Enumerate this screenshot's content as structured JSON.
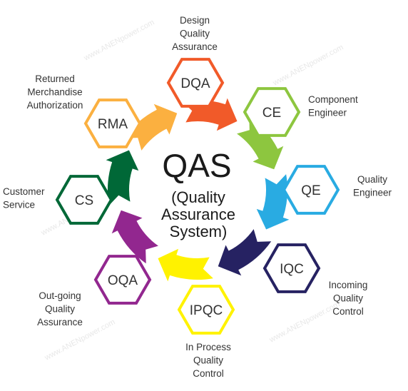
{
  "center": {
    "title": "QAS",
    "subtitle_lines": [
      "(Quality",
      "Assurance",
      "System)"
    ]
  },
  "nodes": [
    {
      "code": "DQA",
      "description": [
        "Design",
        "Quality",
        "Assurance"
      ],
      "color": "#f15a29"
    },
    {
      "code": "CE",
      "description": [
        "Component",
        "Engineer"
      ],
      "color": "#8dc63f"
    },
    {
      "code": "QE",
      "description": [
        "Quality",
        "Engineer"
      ],
      "color": "#29abe2"
    },
    {
      "code": "IQC",
      "description": [
        "Incoming",
        "Quality",
        "Control"
      ],
      "color": "#262262"
    },
    {
      "code": "IPQC",
      "description": [
        "In Process",
        "Quality",
        "Control"
      ],
      "color": "#fff200"
    },
    {
      "code": "OQA",
      "description": [
        "Out-going",
        "Quality",
        "Assurance"
      ],
      "color": "#92278f"
    },
    {
      "code": "CS",
      "description": [
        "Customer",
        "Service"
      ],
      "color": "#006837"
    },
    {
      "code": "RMA",
      "description": [
        "Returned",
        "Merchandise",
        "Authorization"
      ],
      "color": "#fbb040"
    }
  ],
  "watermark": "www.ANENpower.com"
}
